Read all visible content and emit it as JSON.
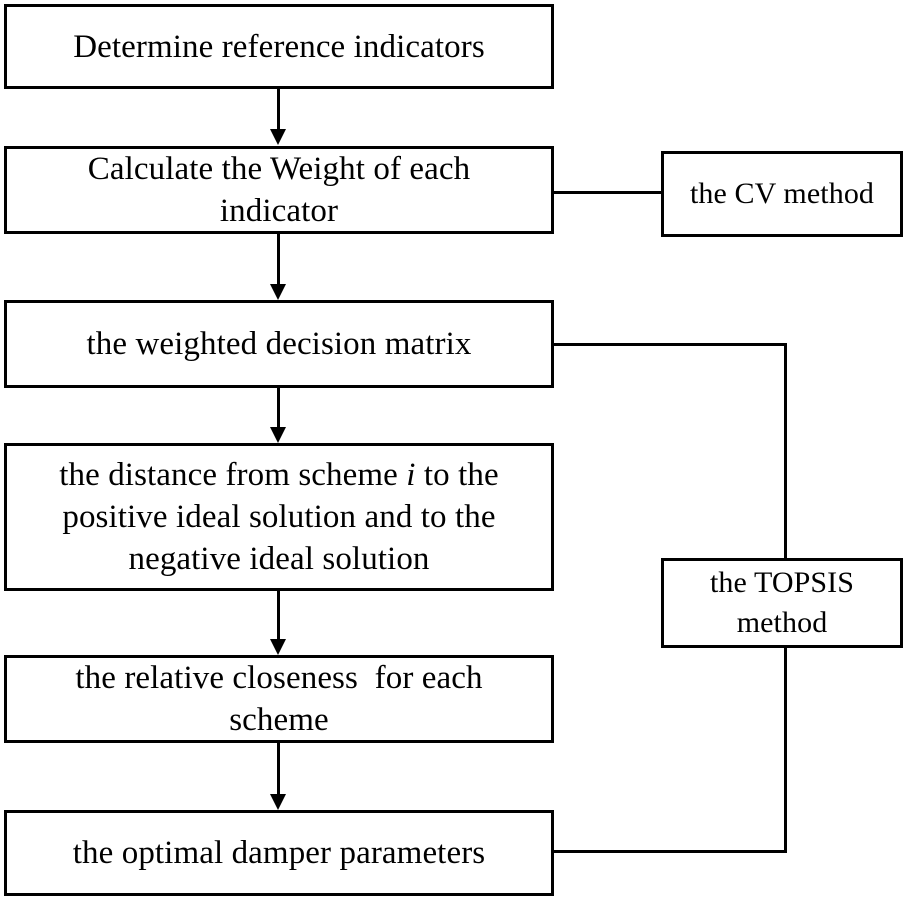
{
  "diagram": {
    "title": "TOPSIS damper parameter optimization flowchart",
    "stroke_color": "#000000",
    "background_color": "#ffffff",
    "nodes": [
      {
        "id": "n1",
        "label": "Determine reference indicators"
      },
      {
        "id": "n2",
        "label": "Calculate the Weight of each\nindicator"
      },
      {
        "id": "n3",
        "label": "the weighted decision matrix"
      },
      {
        "id": "n4_line1_pre",
        "label": "the distance from scheme "
      },
      {
        "id": "n4_line1_ital",
        "label": "i"
      },
      {
        "id": "n4_line1_post",
        "label": " to the"
      },
      {
        "id": "n4_rest",
        "label": "positive ideal solution and to the\nnegative ideal solution"
      },
      {
        "id": "n5",
        "label": "the relative closeness  for each\nscheme"
      },
      {
        "id": "n6",
        "label": "the optimal damper parameters"
      },
      {
        "id": "m1",
        "label": "the CV method"
      },
      {
        "id": "m2",
        "label": "the TOPSIS\nmethod"
      }
    ]
  }
}
